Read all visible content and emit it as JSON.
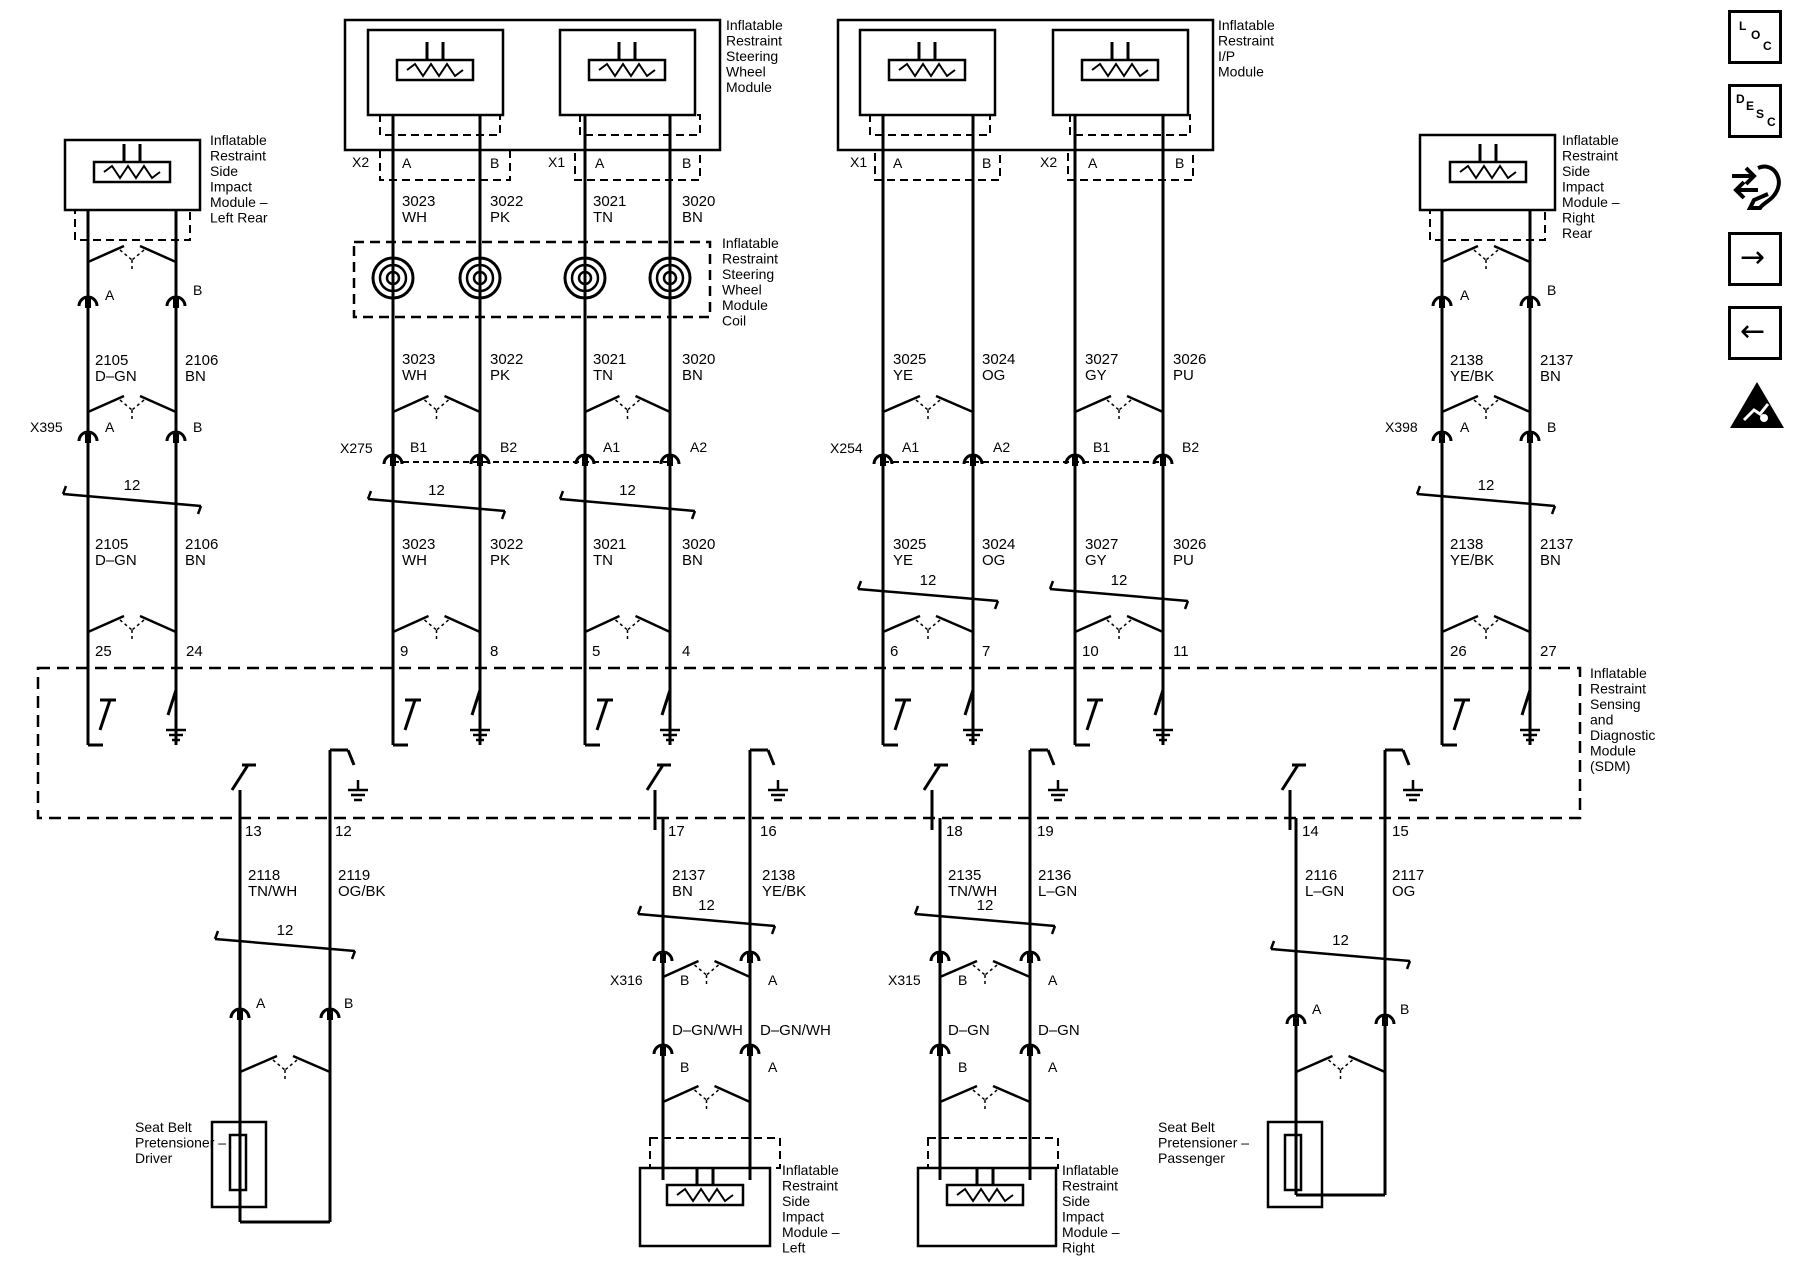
{
  "components": {
    "side_left_rear": [
      "Inflatable",
      "Restraint",
      "Side",
      "Impact",
      "Module –",
      "Left Rear"
    ],
    "steering_module": [
      "Inflatable",
      "Restraint",
      "Steering",
      "Wheel",
      "Module"
    ],
    "ip_module": [
      "Inflatable",
      "Restraint",
      "I/P",
      "Module"
    ],
    "side_right_rear": [
      "Inflatable",
      "Restraint",
      "Side",
      "Impact",
      "Module –",
      "Right",
      "Rear"
    ],
    "coil": [
      "Inflatable",
      "Restraint",
      "Steering",
      "Wheel",
      "Module",
      "Coil"
    ],
    "sdm": [
      "Inflatable",
      "Restraint",
      "Sensing",
      "and",
      "Diagnostic",
      "Module",
      "(SDM)"
    ],
    "pret_driver": [
      "Seat Belt",
      "Pretensioner –",
      "Driver"
    ],
    "pret_pass": [
      "Seat Belt",
      "Pretensioner –",
      "Passenger"
    ],
    "side_left": [
      "Inflatable",
      "Restraint",
      "Side",
      "Impact",
      "Module –",
      "Left"
    ],
    "side_right": [
      "Inflatable",
      "Restraint",
      "Side",
      "Impact",
      "Module –",
      "Right"
    ]
  },
  "connectors": {
    "x395": "X395",
    "x275": "X275",
    "x254": "X254",
    "x398": "X398",
    "x316": "X316",
    "x315": "X315",
    "x2": "X2",
    "x1": "X1"
  },
  "wires": {
    "w2105": [
      "2105",
      "D–GN"
    ],
    "w2106": [
      "2106",
      "BN"
    ],
    "w3023": [
      "3023",
      "WH"
    ],
    "w3022": [
      "3022",
      "PK"
    ],
    "w3021": [
      "3021",
      "TN"
    ],
    "w3020": [
      "3020",
      "BN"
    ],
    "w3025": [
      "3025",
      "YE"
    ],
    "w3024": [
      "3024",
      "OG"
    ],
    "w3027": [
      "3027",
      "GY"
    ],
    "w3026": [
      "3026",
      "PU"
    ],
    "w2138": [
      "2138",
      "YE/BK"
    ],
    "w2137": [
      "2137",
      "BN"
    ],
    "w2118": [
      "2118",
      "TN/WH"
    ],
    "w2119": [
      "2119",
      "OG/BK"
    ],
    "w2137b": [
      "2137",
      "BN"
    ],
    "w2138b": [
      "2138",
      "YE/BK"
    ],
    "w2135": [
      "2135",
      "TN/WH"
    ],
    "w2136": [
      "2136",
      "L–GN"
    ],
    "w2116": [
      "2116",
      "L–GN"
    ],
    "w2117": [
      "2117",
      "OG"
    ],
    "dgnwh": "D–GN/WH",
    "dgn": "D–GN"
  },
  "pins": {
    "A": "A",
    "B": "B",
    "A1": "A1",
    "A2": "A2",
    "B1": "B1",
    "B2": "B2",
    "p25": "25",
    "p24": "24",
    "p9": "9",
    "p8": "8",
    "p5": "5",
    "p4": "4",
    "p6": "6",
    "p7": "7",
    "p10": "10",
    "p11": "11",
    "p26": "26",
    "p27": "27",
    "p13": "13",
    "p12": "12",
    "p17": "17",
    "p16": "16",
    "p18": "18",
    "p19": "19",
    "p14": "14",
    "p15": "15"
  },
  "twist": "12",
  "nav_icons": {
    "loc": [
      "L",
      "O",
      "C"
    ],
    "desc": [
      "D",
      "E",
      "S",
      "C"
    ],
    "next": "→",
    "prev": "←",
    "icon_names": [
      "location-icon",
      "description-icon",
      "connector-icon",
      "next-arrow-icon",
      "previous-arrow-icon",
      "esd-warning-icon"
    ]
  }
}
